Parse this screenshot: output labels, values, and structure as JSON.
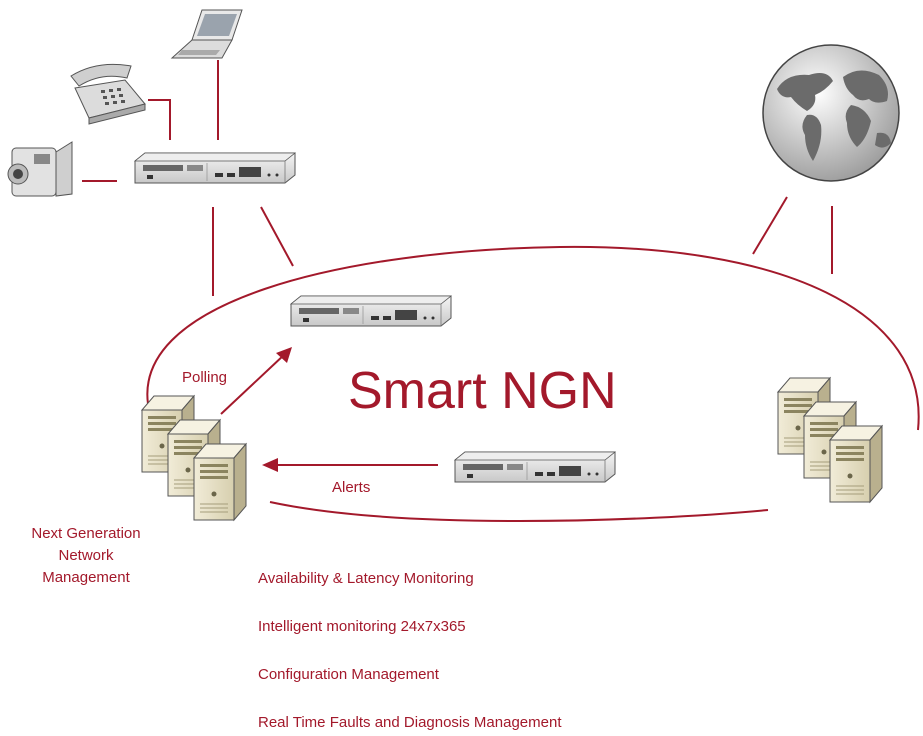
{
  "diagram": {
    "title": "Smart NGN",
    "labels": {
      "polling": "Polling",
      "alerts": "Alerts",
      "nms_line1": "Next Generation",
      "nms_line2": "Network",
      "nms_line3": "Management"
    },
    "features": [
      "Availability & Latency Monitoring",
      "Intelligent monitoring 24x7x365",
      "Configuration Management",
      "Real Time Faults and Diagnosis Management"
    ],
    "colors": {
      "accent": "#a3192b",
      "device_gray": "#d9d9d9",
      "server_beige": "#e8e1c9"
    },
    "icons": [
      "laptop-icon",
      "telephone-icon",
      "video-camera-icon",
      "router-icon",
      "globe-icon",
      "server-cluster-icon"
    ]
  }
}
